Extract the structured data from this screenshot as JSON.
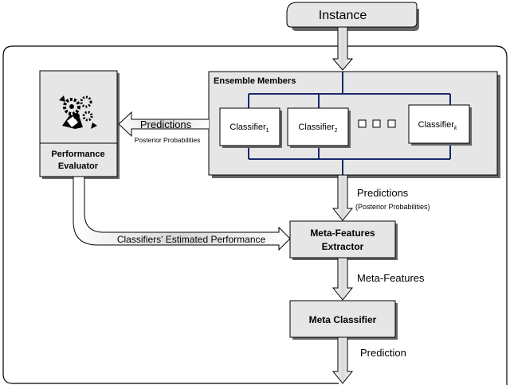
{
  "instance_label": "Instance",
  "ensemble_title": "Ensemble Members",
  "classifiers": [
    {
      "base": "Classifier",
      "sub": "1"
    },
    {
      "base": "Classifier",
      "sub": "2"
    },
    {
      "base": "Classifier",
      "sub": "k"
    }
  ],
  "evaluator": {
    "line1": "Performance",
    "line2": "Evaluator",
    "icon": "gears-person-icon"
  },
  "arrow_left": {
    "main": "Predictions",
    "sub": "Posterior Probabilities"
  },
  "arrow_down1": {
    "main": "Predictions",
    "sub": "(Posterior Probabilities)"
  },
  "perf_arrow_label": "Classifiers' Estimated Performance",
  "extractor": {
    "line1": "Meta-Features",
    "line2": "Extractor"
  },
  "meta_features_label": "Meta-Features",
  "meta_classifier_label": "Meta Classifier",
  "prediction_label": "Prediction",
  "colors": {
    "panel": "#e6e6e6",
    "navy": "#1a2a6a",
    "shadow": "#666666"
  }
}
